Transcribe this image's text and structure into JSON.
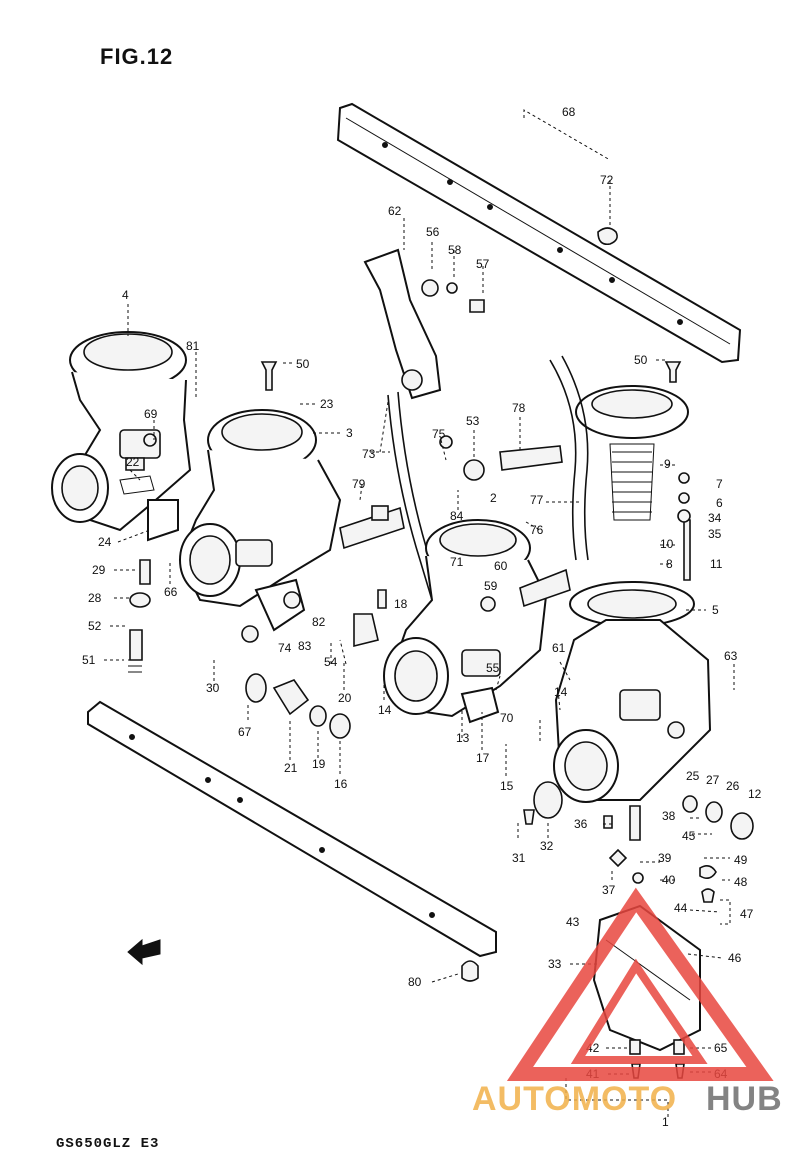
{
  "figure": {
    "title": "FIG.12",
    "model_code": "GS650GLZ E3"
  },
  "watermark": {
    "word_a": "AUTOMOTO",
    "word_b": "HUB",
    "color_a": "#f2b14a",
    "color_b": "#6e6e6e",
    "logo_color": "#e8473f"
  },
  "callouts": {
    "n1": "1",
    "n2": "2",
    "n3": "3",
    "n4": "4",
    "n5": "5",
    "n6": "6",
    "n7": "7",
    "n8": "8",
    "n9": "9",
    "n10": "10",
    "n11": "11",
    "n12": "12",
    "n13": "13",
    "n14": "14",
    "n14b": "14",
    "n15": "15",
    "n16": "16",
    "n17": "17",
    "n18": "18",
    "n19": "19",
    "n20": "20",
    "n21": "21",
    "n22": "22",
    "n23": "23",
    "n24": "24",
    "n25": "25",
    "n26": "26",
    "n27": "27",
    "n28": "28",
    "n29": "29",
    "n30": "30",
    "n31": "31",
    "n32": "32",
    "n33": "33",
    "n34": "34",
    "n35": "35",
    "n36": "36",
    "n37": "37",
    "n38": "38",
    "n39": "39",
    "n40": "40",
    "n41": "41",
    "n42": "42",
    "n43": "43",
    "n44": "44",
    "n45": "45",
    "n46": "46",
    "n47": "47",
    "n48": "48",
    "n49": "49",
    "n50": "50",
    "n50b": "50",
    "n51": "51",
    "n52": "52",
    "n53": "53",
    "n54": "54",
    "n55": "55",
    "n56": "56",
    "n57": "57",
    "n58": "58",
    "n59": "59",
    "n60": "60",
    "n61": "61",
    "n62": "62",
    "n63": "63",
    "n64": "64",
    "n65": "65",
    "n66": "66",
    "n67": "67",
    "n68": "68",
    "n69": "69",
    "n70": "70",
    "n71": "71",
    "n72": "72",
    "n73": "73",
    "n74": "74",
    "n75": "75",
    "n76": "76",
    "n77": "77",
    "n78": "78",
    "n79": "79",
    "n80": "80",
    "n81": "81",
    "n82": "82",
    "n83": "83",
    "n84": "84"
  }
}
